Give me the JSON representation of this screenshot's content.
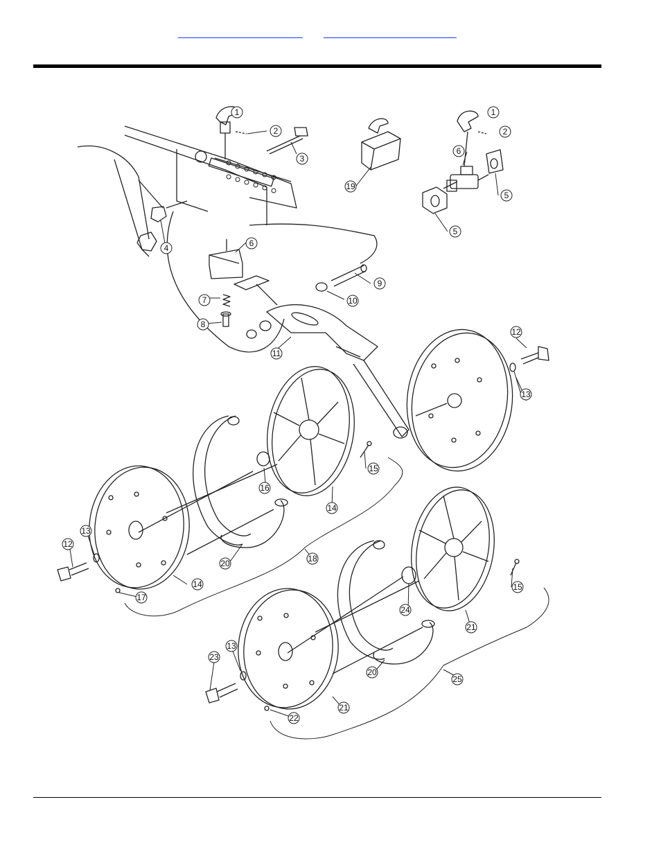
{
  "header": {
    "nav_links": [
      {
        "label": ""
      },
      {
        "label": ""
      }
    ]
  },
  "diagram": {
    "callouts": [
      "1",
      "2",
      "3",
      "4",
      "5",
      "6",
      "7",
      "8",
      "9",
      "10",
      "11",
      "12",
      "13",
      "14",
      "15",
      "16",
      "17",
      "18",
      "19",
      "20",
      "21",
      "22",
      "23",
      "24",
      "25"
    ]
  },
  "colors": {
    "link": "#1a3cff",
    "rule": "#000000",
    "line": "#222222"
  }
}
